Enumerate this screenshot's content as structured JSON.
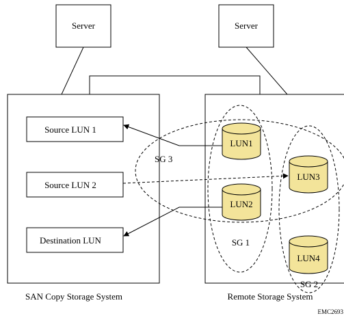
{
  "servers": {
    "left_label": "Server",
    "right_label": "Server"
  },
  "san_system": {
    "label": "SAN Copy Storage System",
    "luns": [
      "Source LUN 1",
      "Source LUN 2",
      "Destination LUN"
    ]
  },
  "remote_system": {
    "label": "Remote Storage System",
    "luns": [
      "LUN1",
      "LUN2",
      "LUN3",
      "LUN4"
    ]
  },
  "storage_groups": {
    "sg1": "SG 1",
    "sg2": "SG 2",
    "sg3": "SG 3"
  },
  "figure_id": "EMC2693",
  "colors": {
    "lun_fill": "#f3e49a",
    "stroke": "#000000"
  }
}
